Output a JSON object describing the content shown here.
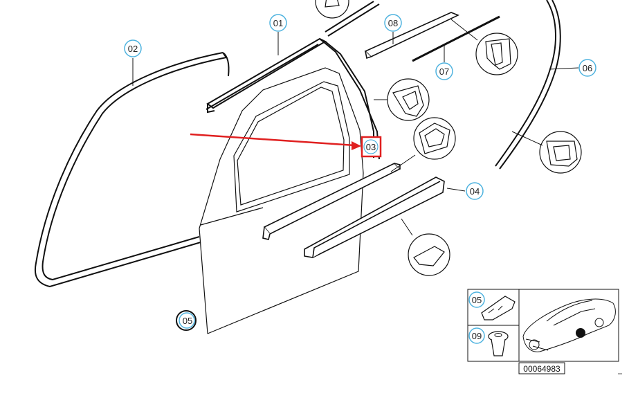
{
  "diagram": {
    "callouts": {
      "c01": "01",
      "c02": "02",
      "c03": "03",
      "c04": "04",
      "c05": "05",
      "c06": "06",
      "c07": "07",
      "c08": "08"
    },
    "inset": {
      "label_clip": "05",
      "label_plug": "09",
      "reference_number": "00064983"
    },
    "colors": {
      "callout_ring": "#4fb3df",
      "highlight": "#e02020",
      "line": "#111111"
    }
  }
}
